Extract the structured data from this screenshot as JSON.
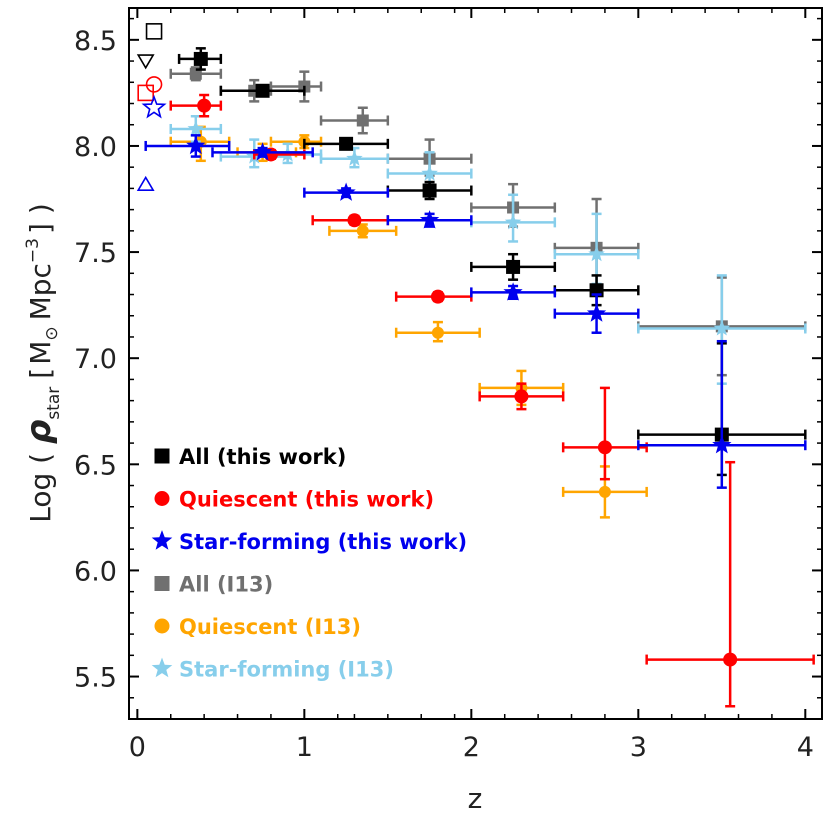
{
  "chart_data": {
    "type": "scatter",
    "xlabel": "z",
    "ylabel": {
      "log": "Log",
      "open_paren": "(",
      "rho": "ρ",
      "rho_sub": "star",
      "open_bracket": "[",
      "unit_m": "M",
      "unit_m_sub": "⊙",
      "unit_mpc": "Mpc",
      "unit_exp": "−3",
      "close_bracket": "]",
      "close_paren": ")"
    },
    "xlim": [
      -0.05,
      4.1
    ],
    "ylim": [
      5.3,
      8.65
    ],
    "xticks": [
      0,
      1,
      2,
      3,
      4
    ],
    "yticks": [
      5.5,
      6.0,
      6.5,
      7.0,
      7.5,
      8.0,
      8.5
    ],
    "ytick_labels": [
      "5.5",
      "6.0",
      "6.5",
      "7.0",
      "7.5",
      "8.0",
      "8.5"
    ],
    "grid": false,
    "legend_position": "bottom-left",
    "series": [
      {
        "name": "All (this work)",
        "marker": "square",
        "color": "#000000",
        "points": [
          {
            "x": 0.38,
            "y": 8.41,
            "xlo": 0.25,
            "xhi": 0.5,
            "ylo": 8.36,
            "yhi": 8.46
          },
          {
            "x": 0.75,
            "y": 8.26,
            "xlo": 0.5,
            "xhi": 1.0,
            "ylo": 8.24,
            "yhi": 8.28
          },
          {
            "x": 1.25,
            "y": 8.01,
            "xlo": 1.0,
            "xhi": 1.5,
            "ylo": 7.99,
            "yhi": 8.03
          },
          {
            "x": 1.75,
            "y": 7.79,
            "xlo": 1.5,
            "xhi": 2.0,
            "ylo": 7.75,
            "yhi": 7.83
          },
          {
            "x": 2.25,
            "y": 7.43,
            "xlo": 2.0,
            "xhi": 2.5,
            "ylo": 7.37,
            "yhi": 7.49
          },
          {
            "x": 2.75,
            "y": 7.32,
            "xlo": 2.5,
            "xhi": 3.0,
            "ylo": 7.25,
            "yhi": 7.39
          },
          {
            "x": 3.5,
            "y": 6.64,
            "xlo": 3.0,
            "xhi": 4.0,
            "ylo": 6.45,
            "yhi": 7.07
          }
        ]
      },
      {
        "name": "Quiescent (this work)",
        "marker": "circle",
        "color": "#ff0000",
        "points": [
          {
            "x": 0.4,
            "y": 8.19,
            "xlo": 0.2,
            "xhi": 0.5,
            "ylo": 8.14,
            "yhi": 8.24
          },
          {
            "x": 0.8,
            "y": 7.96,
            "xlo": 0.7,
            "xhi": 1.0,
            "ylo": 7.94,
            "yhi": 7.98
          },
          {
            "x": 1.3,
            "y": 7.65,
            "xlo": 1.05,
            "xhi": 1.5,
            "ylo": 7.63,
            "yhi": 7.67
          },
          {
            "x": 1.8,
            "y": 7.29,
            "xlo": 1.55,
            "xhi": 2.0,
            "ylo": 7.27,
            "yhi": 7.31
          },
          {
            "x": 2.3,
            "y": 6.82,
            "xlo": 2.05,
            "xhi": 2.55,
            "ylo": 6.76,
            "yhi": 6.88
          },
          {
            "x": 2.8,
            "y": 6.58,
            "xlo": 2.55,
            "xhi": 3.05,
            "ylo": 6.43,
            "yhi": 6.86
          },
          {
            "x": 3.55,
            "y": 5.58,
            "xlo": 3.05,
            "xhi": 4.05,
            "ylo": 5.36,
            "yhi": 6.51
          }
        ]
      },
      {
        "name": "Star-forming (this work)",
        "marker": "star",
        "color": "#0000ee",
        "points": [
          {
            "x": 0.35,
            "y": 8.0,
            "xlo": 0.05,
            "xhi": 0.55,
            "ylo": 7.95,
            "yhi": 8.05
          },
          {
            "x": 0.75,
            "y": 7.97,
            "xlo": 0.45,
            "xhi": 1.05,
            "ylo": 7.95,
            "yhi": 7.99
          },
          {
            "x": 1.25,
            "y": 7.78,
            "xlo": 1.0,
            "xhi": 1.5,
            "ylo": 7.76,
            "yhi": 7.8
          },
          {
            "x": 1.75,
            "y": 7.65,
            "xlo": 1.5,
            "xhi": 2.0,
            "ylo": 7.62,
            "yhi": 7.68
          },
          {
            "x": 2.25,
            "y": 7.31,
            "xlo": 2.0,
            "xhi": 2.5,
            "ylo": 7.28,
            "yhi": 7.34
          },
          {
            "x": 2.75,
            "y": 7.21,
            "xlo": 2.5,
            "xhi": 3.0,
            "ylo": 7.12,
            "yhi": 7.3
          },
          {
            "x": 3.5,
            "y": 6.59,
            "xlo": 3.0,
            "xhi": 4.0,
            "ylo": 6.39,
            "yhi": 7.08
          }
        ]
      },
      {
        "name": "All (I13)",
        "marker": "square",
        "color": "#707070",
        "points": [
          {
            "x": 0.35,
            "y": 8.34,
            "xlo": 0.2,
            "xhi": 0.5,
            "ylo": 8.31,
            "yhi": 8.37
          },
          {
            "x": 0.7,
            "y": 8.26,
            "xlo": 0.5,
            "xhi": 0.8,
            "ylo": 8.21,
            "yhi": 8.31
          },
          {
            "x": 1.0,
            "y": 8.28,
            "xlo": 0.8,
            "xhi": 1.1,
            "ylo": 8.21,
            "yhi": 8.35
          },
          {
            "x": 1.35,
            "y": 8.12,
            "xlo": 1.1,
            "xhi": 1.5,
            "ylo": 8.06,
            "yhi": 8.18
          },
          {
            "x": 1.75,
            "y": 7.94,
            "xlo": 1.5,
            "xhi": 2.0,
            "ylo": 7.86,
            "yhi": 8.03
          },
          {
            "x": 2.25,
            "y": 7.71,
            "xlo": 2.0,
            "xhi": 2.5,
            "ylo": 7.62,
            "yhi": 7.82
          },
          {
            "x": 2.75,
            "y": 7.52,
            "xlo": 2.5,
            "xhi": 3.0,
            "ylo": 7.3,
            "yhi": 7.75
          },
          {
            "x": 3.5,
            "y": 7.15,
            "xlo": 3.0,
            "xhi": 4.0,
            "ylo": 6.92,
            "yhi": 7.38
          }
        ]
      },
      {
        "name": "Quiescent (I13)",
        "marker": "circle",
        "color": "#ffa500",
        "points": [
          {
            "x": 0.38,
            "y": 8.02,
            "xlo": 0.2,
            "xhi": 0.55,
            "ylo": 7.93,
            "yhi": 8.09
          },
          {
            "x": 0.75,
            "y": 7.97,
            "xlo": 0.6,
            "xhi": 0.95,
            "ylo": 7.93,
            "yhi": 8.01
          },
          {
            "x": 1.0,
            "y": 8.02,
            "xlo": 0.8,
            "xhi": 1.1,
            "ylo": 7.99,
            "yhi": 8.05
          },
          {
            "x": 1.35,
            "y": 7.6,
            "xlo": 1.15,
            "xhi": 1.55,
            "ylo": 7.57,
            "yhi": 7.63
          },
          {
            "x": 1.8,
            "y": 7.12,
            "xlo": 1.55,
            "xhi": 2.05,
            "ylo": 7.08,
            "yhi": 7.17
          },
          {
            "x": 2.3,
            "y": 6.86,
            "xlo": 2.05,
            "xhi": 2.55,
            "ylo": 6.78,
            "yhi": 6.94
          },
          {
            "x": 2.8,
            "y": 6.37,
            "xlo": 2.55,
            "xhi": 3.05,
            "ylo": 6.25,
            "yhi": 6.49
          }
        ]
      },
      {
        "name": "Star-forming (I13)",
        "marker": "star",
        "color": "#87ceeb",
        "points": [
          {
            "x": 0.35,
            "y": 8.08,
            "xlo": 0.2,
            "xhi": 0.5,
            "ylo": 8.02,
            "yhi": 8.14
          },
          {
            "x": 0.7,
            "y": 7.95,
            "xlo": 0.5,
            "xhi": 0.9,
            "ylo": 7.9,
            "yhi": 8.03
          },
          {
            "x": 0.9,
            "y": 7.96,
            "xlo": 0.7,
            "xhi": 1.1,
            "ylo": 7.92,
            "yhi": 8.01
          },
          {
            "x": 1.3,
            "y": 7.94,
            "xlo": 1.1,
            "xhi": 1.5,
            "ylo": 7.9,
            "yhi": 7.99
          },
          {
            "x": 1.75,
            "y": 7.87,
            "xlo": 1.5,
            "xhi": 2.0,
            "ylo": 7.8,
            "yhi": 7.97
          },
          {
            "x": 2.25,
            "y": 7.64,
            "xlo": 2.0,
            "xhi": 2.5,
            "ylo": 7.55,
            "yhi": 7.77
          },
          {
            "x": 2.75,
            "y": 7.49,
            "xlo": 2.5,
            "xhi": 3.0,
            "ylo": 7.35,
            "yhi": 7.68
          },
          {
            "x": 3.5,
            "y": 7.14,
            "xlo": 3.0,
            "xhi": 4.0,
            "ylo": 6.88,
            "yhi": 7.39
          }
        ]
      }
    ],
    "local_points": [
      {
        "marker": "open-square",
        "color": "#000000",
        "x": 0.1,
        "y": 8.54
      },
      {
        "marker": "open-triangle-down",
        "color": "#000000",
        "x": 0.05,
        "y": 8.4
      },
      {
        "marker": "open-circle",
        "color": "#ff0000",
        "x": 0.1,
        "y": 8.29
      },
      {
        "marker": "open-square",
        "color": "#ff0000",
        "x": 0.05,
        "y": 8.25
      },
      {
        "marker": "open-star",
        "color": "#0000ee",
        "x": 0.1,
        "y": 8.18
      },
      {
        "marker": "open-triangle-up",
        "color": "#0000ee",
        "x": 0.05,
        "y": 7.82
      }
    ],
    "legend": [
      {
        "label": "All (this work)",
        "marker": "square",
        "color": "#000000"
      },
      {
        "label": "Quiescent (this work)",
        "marker": "circle",
        "color": "#ff0000"
      },
      {
        "label": "Star-forming (this work)",
        "marker": "star",
        "color": "#0000ee"
      },
      {
        "label": "All (I13)",
        "marker": "square",
        "color": "#707070"
      },
      {
        "label": "Quiescent (I13)",
        "marker": "circle",
        "color": "#ffa500"
      },
      {
        "label": "Star-forming (I13)",
        "marker": "star",
        "color": "#87ceeb"
      }
    ]
  }
}
